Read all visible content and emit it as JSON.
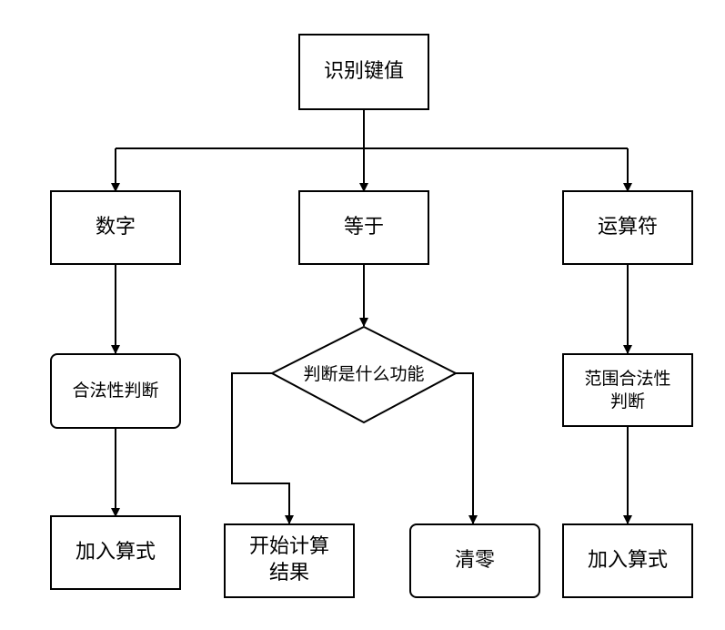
{
  "nodes": {
    "identify_key": "识别键值",
    "digit": "数字",
    "equals": "等于",
    "operator": "运算符",
    "validity_check": "合法性判断",
    "decision_function": "判断是什么功能",
    "range_check": "范围合法性\n判断",
    "add_expression_left": "加入算式",
    "start_calc": "开始计算\n结果",
    "clear": "清零",
    "add_expression_right": "加入算式"
  },
  "colors": {
    "stroke": "#000000",
    "fill": "#ffffff",
    "text": "#000000"
  }
}
